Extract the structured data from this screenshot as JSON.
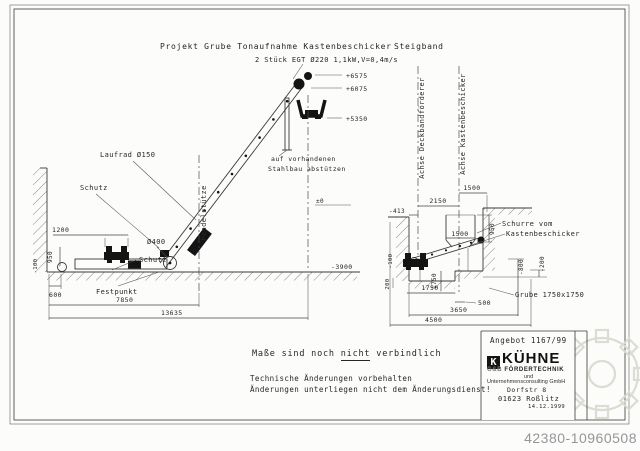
{
  "watermark_id": "42380-10960508",
  "title": {
    "project": "Projekt Grube Tonaufnahme Kastenbeschicker",
    "band": "Steigband"
  },
  "left_view": {
    "drive_note": "2 Stück EGT Ø220 1,1kW,V=0,4m/s",
    "lvl_6575": "+6575",
    "lvl_6075": "+6075",
    "lvl_5350": "+5350",
    "lvl_ground": "-3900",
    "lvl_datum": "±0",
    "laufrad": "Laufrad Ø150",
    "schutz1": "Schutz",
    "schutz2": "Schutz",
    "drum": "Ø400",
    "festpunkt": "Festpunkt",
    "pendel": "Pendelstütze",
    "support1": "auf vorhandenen",
    "support2": "Stahlbau abstützen",
    "d1200": "1200",
    "d950": "950",
    "dm100": "-100",
    "d600": "600",
    "d7850": "7850",
    "d13635": "13635"
  },
  "section_view": {
    "axis_deckband": "Achse Deckbandförderer",
    "axis_kasten": "Achse Kastenbeschicker",
    "schurre1": "Schurre vom",
    "schurre2": "Kastenbeschicker",
    "grube": "Grube 1750x1750",
    "d1500_top": "1500",
    "d2150": "2150",
    "dm413": "-413",
    "d1500_chute": "1500",
    "d950": "950",
    "dm800": "-800",
    "dm200": "-200",
    "dm100": "-100",
    "d200": "200",
    "d1750_v": "1750",
    "d1750_h": "1750",
    "d500": "500",
    "d3650": "3650",
    "d4500": "4500"
  },
  "notes": {
    "l1a": "Maße sind noch ",
    "l1b": "nicht",
    "l1c": " verbindlich",
    "l2": "Technische Änderungen vorbehalten",
    "l3": "Änderungen unterliegen nicht dem Änderungsdienst!"
  },
  "title_block": {
    "offer": "Angebot 1167/99",
    "logo_k": "K",
    "logo_name": "KÜHNE",
    "sub1": "G&B",
    "sub2": "FÖRDERTECHNIK",
    "und": "und",
    "consulting": "Unternehmensconsulting GmbH",
    "street": "Dorfstr 8",
    "city": "01623 Roßlitz",
    "date": "14.12.1999"
  }
}
